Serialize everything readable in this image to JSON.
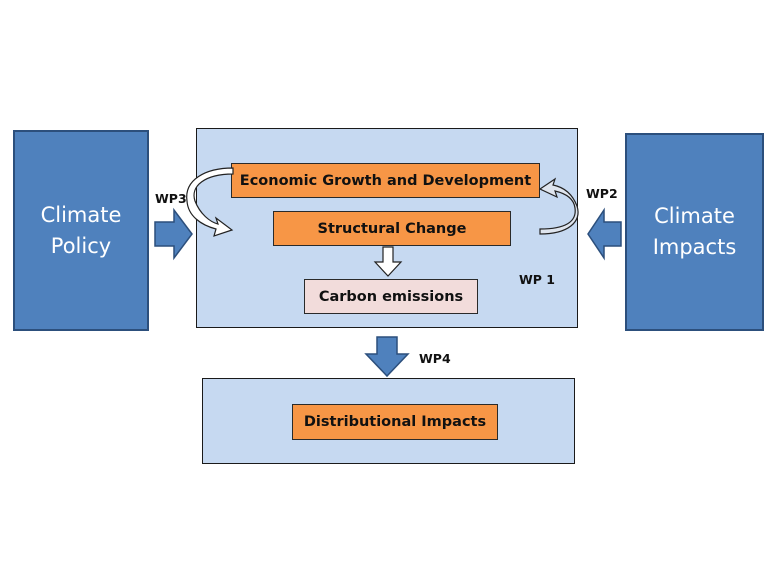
{
  "left_box": {
    "line1": "Climate",
    "line2": "Policy"
  },
  "right_box": {
    "line1": "Climate",
    "line2": "Impacts"
  },
  "main_panel": {
    "economic_growth": "Economic Growth and Development",
    "structural_change": "Structural Change",
    "carbon_emissions": "Carbon emissions",
    "label": "WP 1"
  },
  "bottom_panel": {
    "distributional_impacts": "Distributional Impacts"
  },
  "labels": {
    "wp3": "WP3",
    "wp2": "WP2",
    "wp4": "WP4"
  },
  "colors": {
    "side_box": "#4f81bd",
    "panel": "#c6d9f1",
    "orange_box": "#f79646",
    "carbon_box": "#f2dcdb"
  }
}
